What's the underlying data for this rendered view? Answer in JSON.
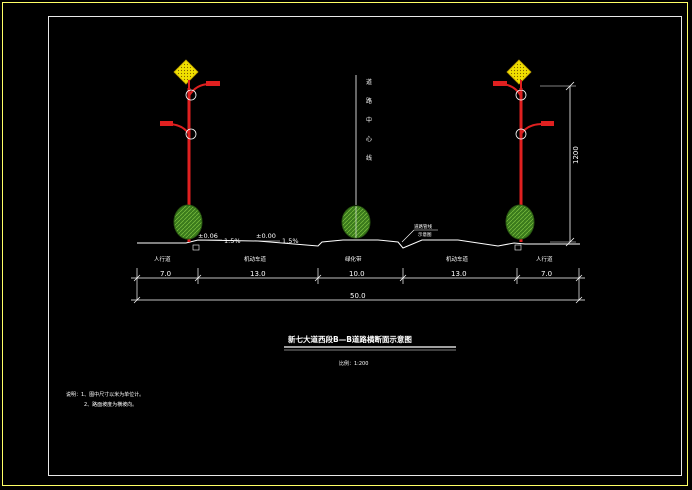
{
  "drawing": {
    "title": "新七大道西段B—B道路横断面示意图",
    "scale": "比例：1:200",
    "notes": [
      "说明：1、图中尺寸以米为单位计。",
      "2、路面坡度为横坡向。"
    ],
    "centerline_label": "道路中心线",
    "pole_height": "1200",
    "grade_labels": [
      "±0.06",
      "1.5%",
      "±0.00",
      "1.5%"
    ],
    "pipe_label": [
      "道路管线",
      "示意图"
    ],
    "section_labels": [
      "人行道",
      "机动车道",
      "绿化带",
      "机动车道",
      "人行道"
    ],
    "section_widths": [
      "7.0",
      "13.0",
      "10.0",
      "13.0",
      "7.0"
    ],
    "total_width": "50.0"
  },
  "colors": {
    "pole": "#e02020",
    "lamp_panel": "#f0e000",
    "tree": "#3f8f20",
    "lines": "#ffffff",
    "frame": "#ffff66"
  }
}
